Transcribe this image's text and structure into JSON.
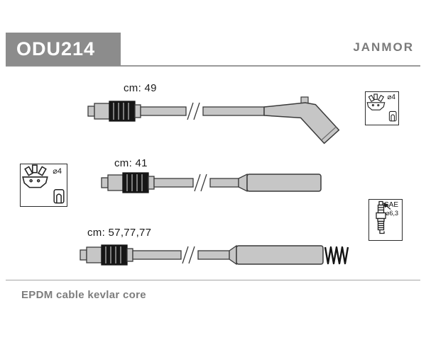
{
  "header": {
    "part_number": "ODU214",
    "brand": "JANMOR"
  },
  "cables": [
    {
      "label": "cm: 49"
    },
    {
      "label": "cm: 41"
    },
    {
      "label": "cm: 57,77,77"
    }
  ],
  "callouts": {
    "distributor_top_right": {
      "diameter": "⌀4"
    },
    "distributor_left": {
      "diameter": "⌀4"
    },
    "spark_plug": {
      "standard": "SAE",
      "diameter": "⌀6,3"
    }
  },
  "footer": {
    "note": "EPDM cable kevlar core"
  },
  "colors": {
    "part_box_bg": "#8c8c8c",
    "part_box_text": "#ffffff",
    "brand_text": "#7a7a7a",
    "rule": "#9a9a9a",
    "cable_fill": "#c6c6c6",
    "cable_outline": "#3a3a3a",
    "ribbed_fill": "#161616",
    "label_text": "#1b1b1b",
    "note_text": "#7d7d7d"
  }
}
